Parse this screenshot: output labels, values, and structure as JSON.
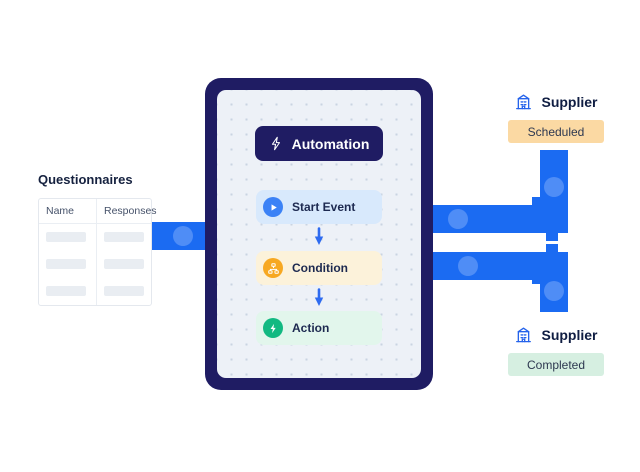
{
  "questionnaires": {
    "title": "Questionnaires",
    "columns": [
      "Name",
      "Responses"
    ],
    "rows": 3
  },
  "automation": {
    "badge_label": "Automation",
    "badge_icon": "bolt-icon",
    "steps": [
      {
        "label": "Start Event",
        "icon": "play-icon",
        "bg": "#d8e9fc",
        "icon_color": "#3b82f6"
      },
      {
        "label": "Condition",
        "icon": "branch-icon",
        "bg": "#fcf2da",
        "icon_color": "#f7a821"
      },
      {
        "label": "Action",
        "icon": "bolt-icon",
        "bg": "#e2f6ec",
        "icon_color": "#12b981"
      }
    ]
  },
  "suppliers": [
    {
      "label": "Supplier",
      "icon": "building-icon",
      "status": "Scheduled",
      "status_bg": "#fbd9a3"
    },
    {
      "label": "Supplier",
      "icon": "building-icon",
      "status": "Completed",
      "status_bg": "#d6efe1"
    }
  ],
  "colors": {
    "panel_navy": "#1f1c63",
    "panel_inner": "#edf1f7",
    "pipe_blue": "#1b6bf2",
    "pipe_node_blue": "#4f8df6",
    "accent_blue": "#2e6bf0",
    "background": "#ffffff"
  }
}
